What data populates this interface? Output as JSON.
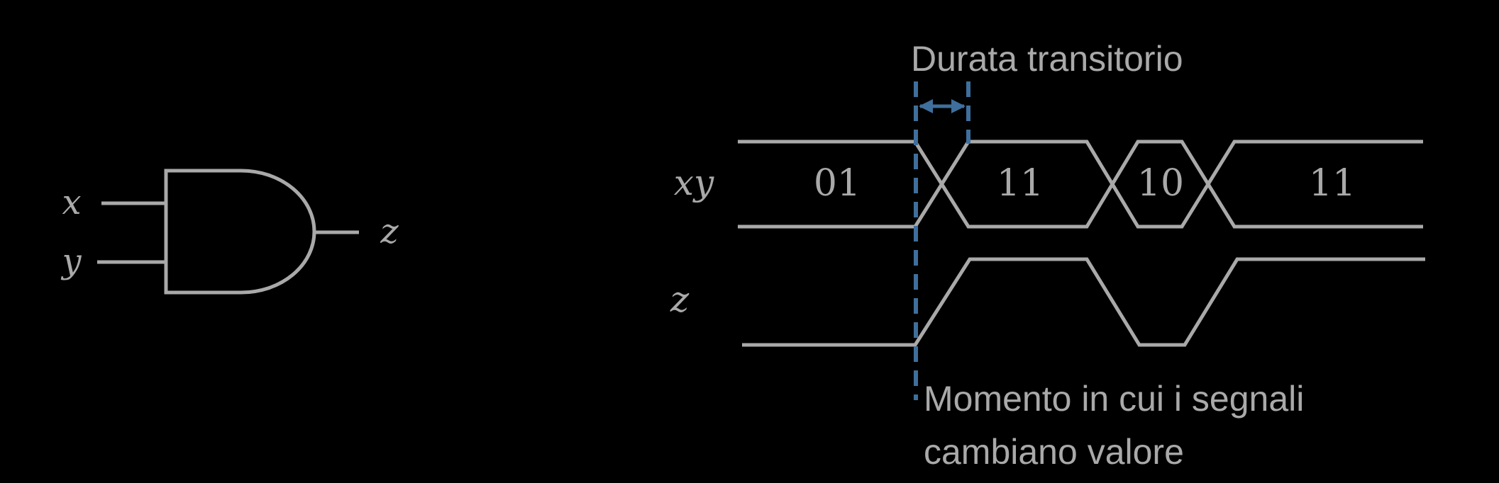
{
  "gate": {
    "input_x": "x",
    "input_y": "y",
    "output_z": "z"
  },
  "timing": {
    "signal_xy_label": "xy",
    "signal_z_label": "z",
    "xy_values": [
      "01",
      "11",
      "10",
      "11"
    ],
    "transient_label": "Durata transitorio",
    "change_note_line1": "Momento in cui i segnali",
    "change_note_line2": "cambiano valore"
  },
  "colors": {
    "line": "#a9a9a9",
    "marker": "#3f6f9c",
    "background": "#000000"
  }
}
